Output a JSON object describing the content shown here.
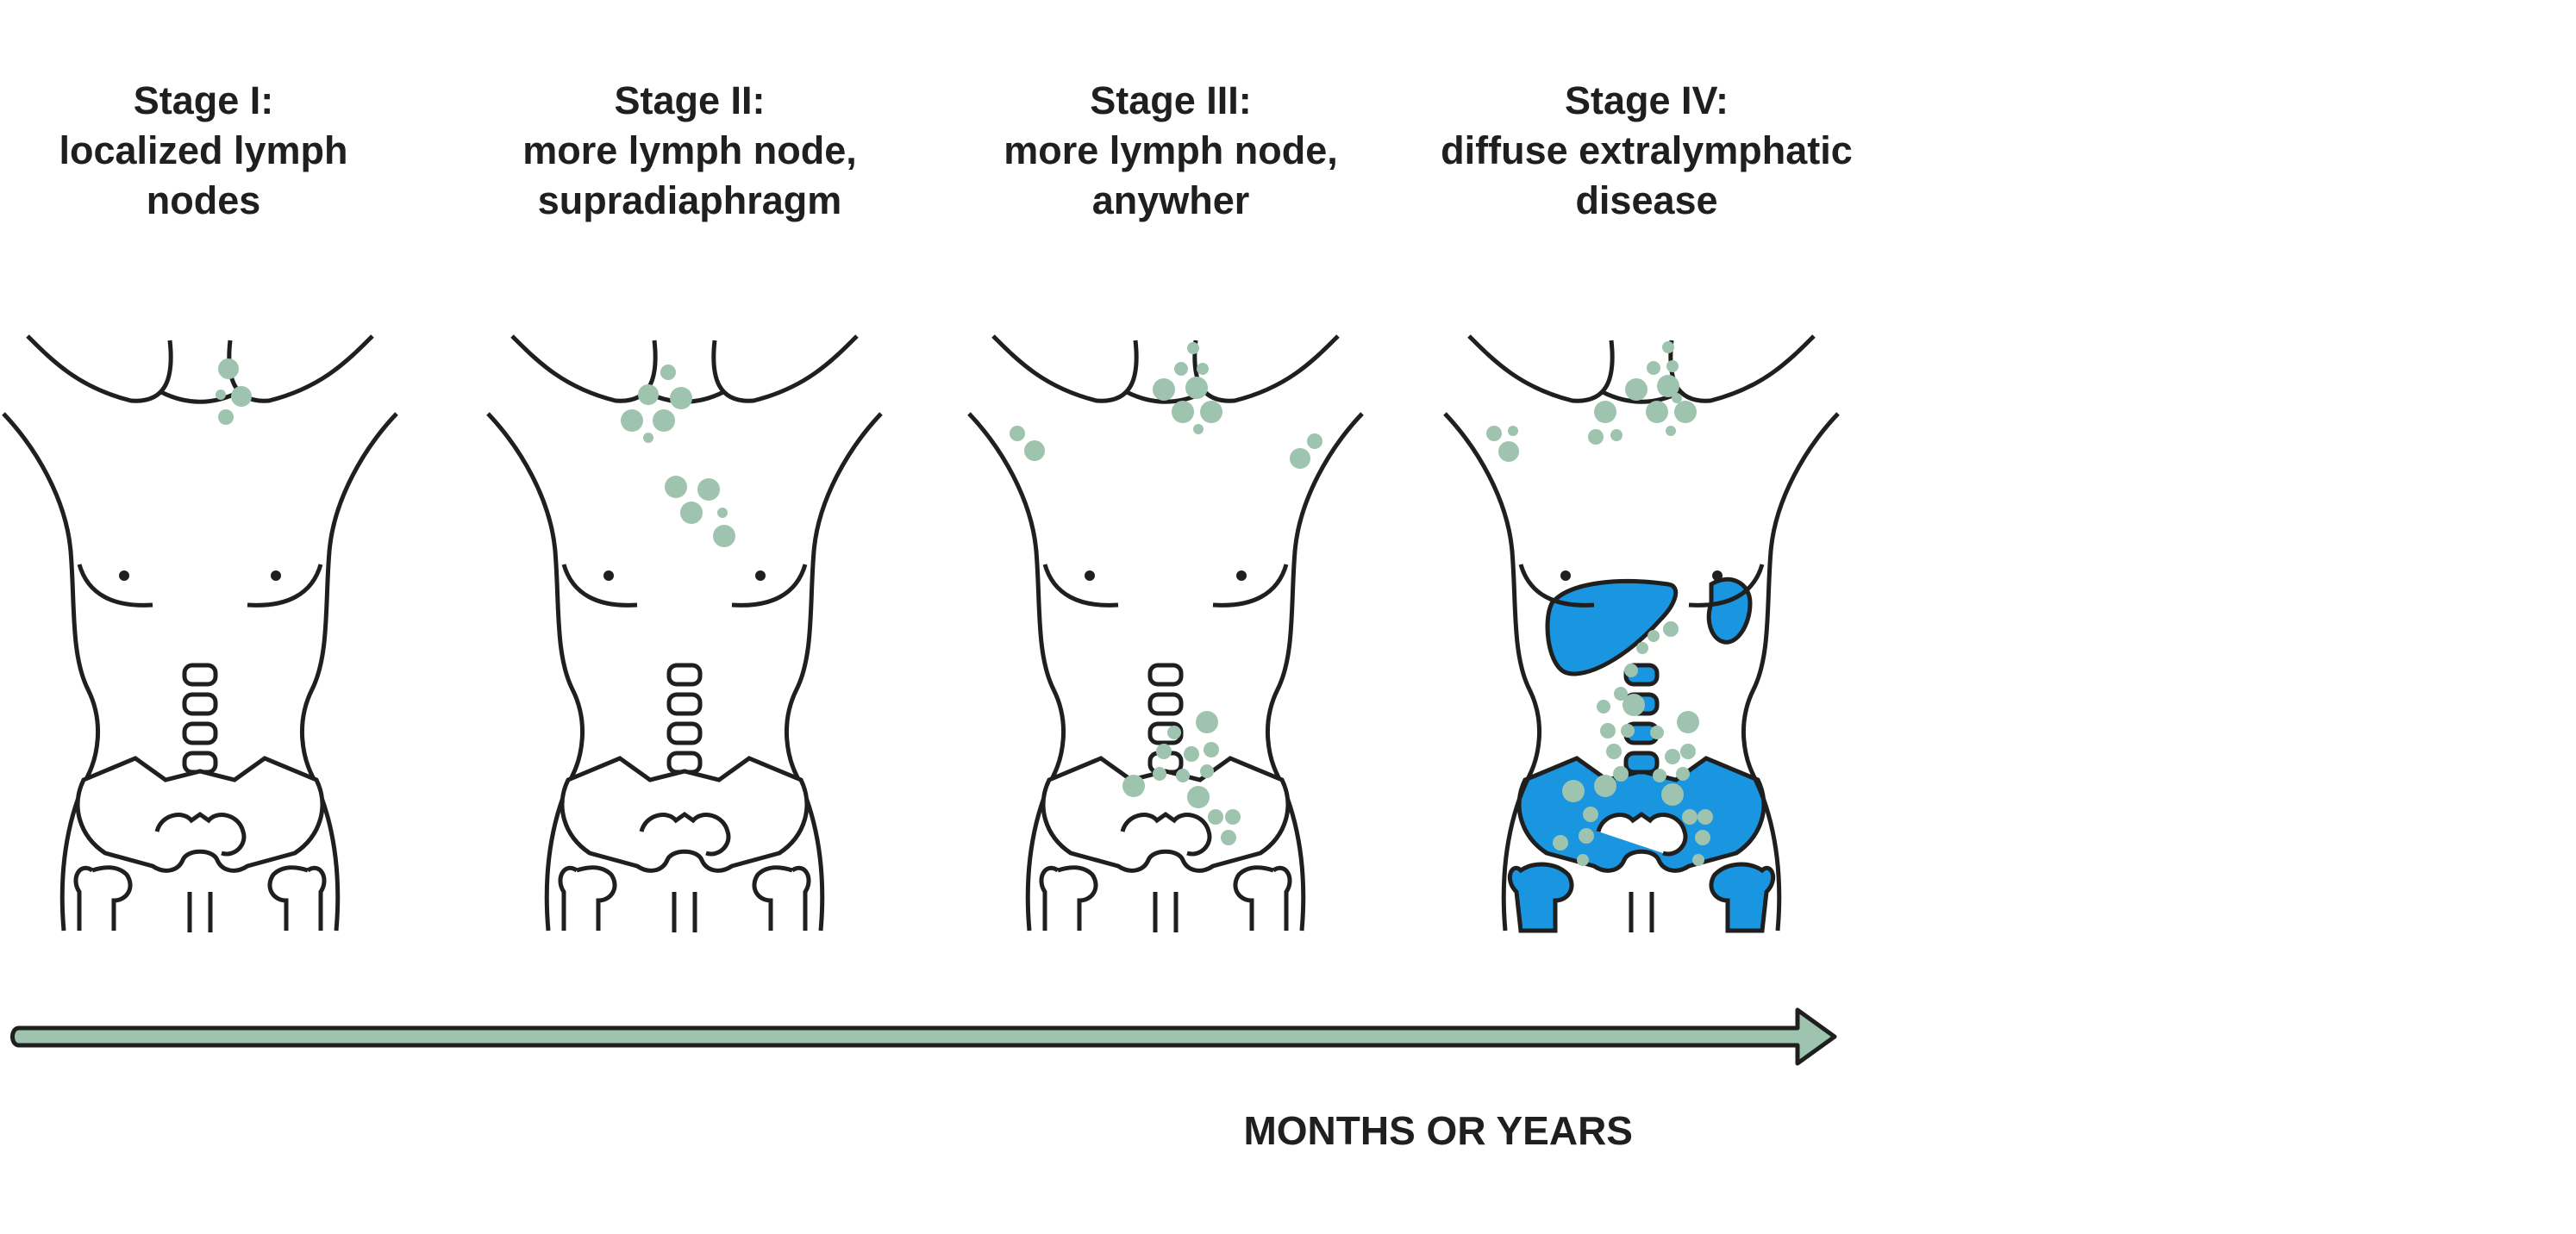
{
  "colors": {
    "outline": "#1f1f1f",
    "lymph_node": "#9ec3ae",
    "extralymphatic": "#1a96e0",
    "arrow": "#9ec3ae"
  },
  "stages": [
    {
      "line1": "Stage I:",
      "line2": "localized lymph",
      "line3": "nodes"
    },
    {
      "line1": "Stage II:",
      "line2": "more lymph node,",
      "line3": "supradiaphragm"
    },
    {
      "line1": "Stage III:",
      "line2": "more lymph node,",
      "line3": "anywher"
    },
    {
      "line1": "Stage IV:",
      "line2": "diffuse extralymphatic",
      "line3": "disease"
    }
  ],
  "timeline_label": "MONTHS OR YEARS"
}
